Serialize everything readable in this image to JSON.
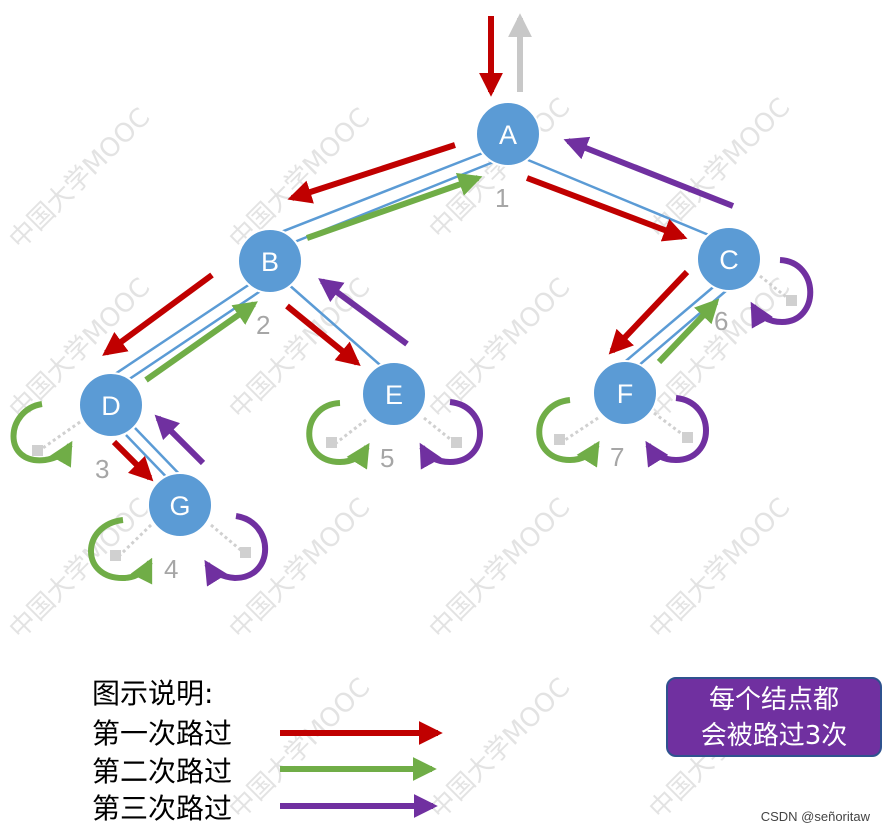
{
  "diagram": {
    "nodes": [
      {
        "id": "A",
        "label": "A",
        "order": "1"
      },
      {
        "id": "B",
        "label": "B",
        "order": "2"
      },
      {
        "id": "C",
        "label": "C",
        "order": "6"
      },
      {
        "id": "D",
        "label": "D",
        "order": "3"
      },
      {
        "id": "E",
        "label": "E",
        "order": "5"
      },
      {
        "id": "F",
        "label": "F",
        "order": "7"
      },
      {
        "id": "G",
        "label": "G",
        "order": "4"
      }
    ],
    "edges": [
      [
        "A",
        "B"
      ],
      [
        "A",
        "C"
      ],
      [
        "B",
        "D"
      ],
      [
        "B",
        "E"
      ],
      [
        "C",
        "F"
      ],
      [
        "D",
        "G"
      ]
    ],
    "colors": {
      "node": "#5b9bd5",
      "node_border": "#ffffff",
      "edge": "#5b9bd5",
      "first_pass": "#c00000",
      "second_pass": "#70ad47",
      "third_pass": "#7030a0",
      "entry_exit": "#c8c8c8",
      "null_marker": "#d0d0d0"
    }
  },
  "legend": {
    "title": "图示说明:",
    "items": [
      {
        "label": "第一次路过",
        "color": "#c00000"
      },
      {
        "label": "第二次路过",
        "color": "#70ad47"
      },
      {
        "label": "第三次路过",
        "color": "#7030a0"
      }
    ]
  },
  "callout": {
    "line1": "每个结点都",
    "line2": "会被路过3次",
    "background": "#7030a0"
  },
  "watermark": "中国大学MOOC",
  "footer": "CSDN @señoritaw"
}
